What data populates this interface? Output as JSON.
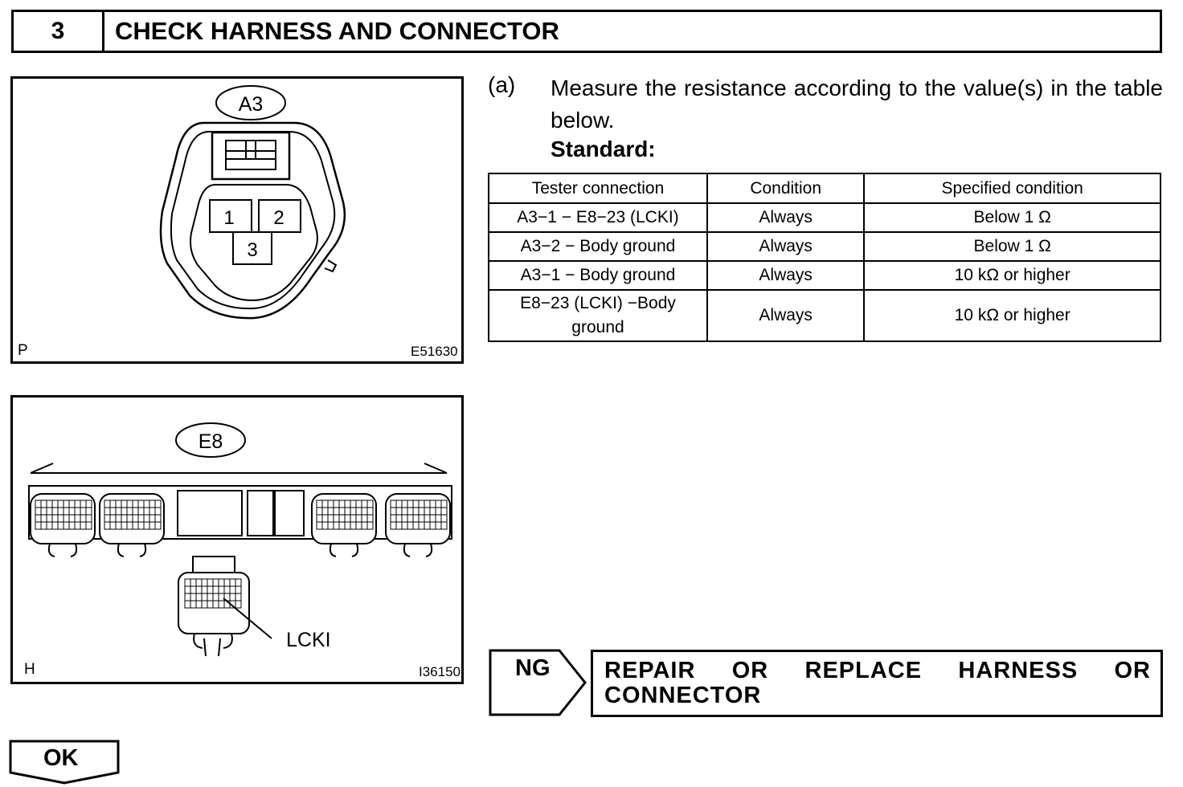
{
  "header": {
    "step_number": "3",
    "title": "CHECK HARNESS AND CONNECTOR"
  },
  "figure1": {
    "connector_label": "A3",
    "pins": [
      "1",
      "2",
      "3"
    ],
    "corner_letter": "P",
    "code": "E51630"
  },
  "figure2": {
    "connector_label": "E8",
    "pointer_label": "LCKI",
    "corner_letter": "H",
    "code": "I36150"
  },
  "instruction": {
    "step": "(a)",
    "text": "Measure the resistance according to the value(s) in the table below.",
    "standard_label": "Standard:"
  },
  "table": {
    "headers": [
      "Tester connection",
      "Condition",
      "Specified condition"
    ],
    "rows": [
      [
        "A3−1 − E8−23 (LCKI)",
        "Always",
        "Below 1 Ω"
      ],
      [
        "A3−2 − Body ground",
        "Always",
        "Below 1 Ω"
      ],
      [
        "A3−1 − Body ground",
        "Always",
        "10 kΩ or higher"
      ],
      [
        "E8−23 (LCKI) −Body ground",
        "Always",
        "10 kΩ or higher"
      ]
    ]
  },
  "ng": {
    "label": "NG",
    "action": "REPAIR OR REPLACE HARNESS OR CONNECTOR"
  },
  "ok": {
    "label": "OK"
  }
}
